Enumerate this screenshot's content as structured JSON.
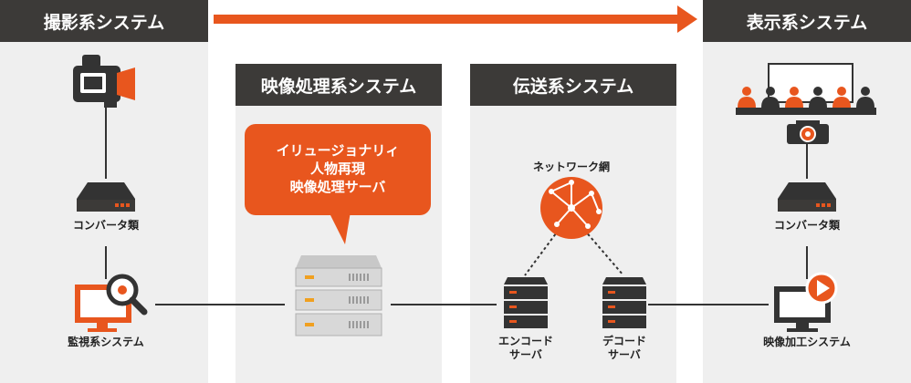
{
  "headers": {
    "capture": "撮影系システム",
    "processing": "映像処理系システム",
    "transmission": "伝送系システム",
    "display": "表示系システム"
  },
  "labels": {
    "converter_left": "コンバータ類",
    "monitor": "監視系システム",
    "network": "ネットワーク網",
    "encode_line1": "エンコード",
    "encode_line2": "サーバ",
    "decode_line1": "デコード",
    "decode_line2": "サーバ",
    "converter_right": "コンバータ類",
    "video_edit": "映像加工システム"
  },
  "callout": {
    "line1": "イリュージョナリィ",
    "line2": "人物再現",
    "line3": "映像処理サーバ"
  },
  "colors": {
    "accent": "#e8561e",
    "dark": "#3c3a38",
    "panel_bg": "#efefef"
  },
  "icons": [
    "video-camera-icon",
    "converter-box-icon",
    "monitor-search-icon",
    "server-rack-icon",
    "network-globe-icon",
    "encode-server-icon",
    "decode-server-icon",
    "audience-screen-icon",
    "projector-icon",
    "video-play-monitor-icon",
    "flow-arrow-icon"
  ]
}
